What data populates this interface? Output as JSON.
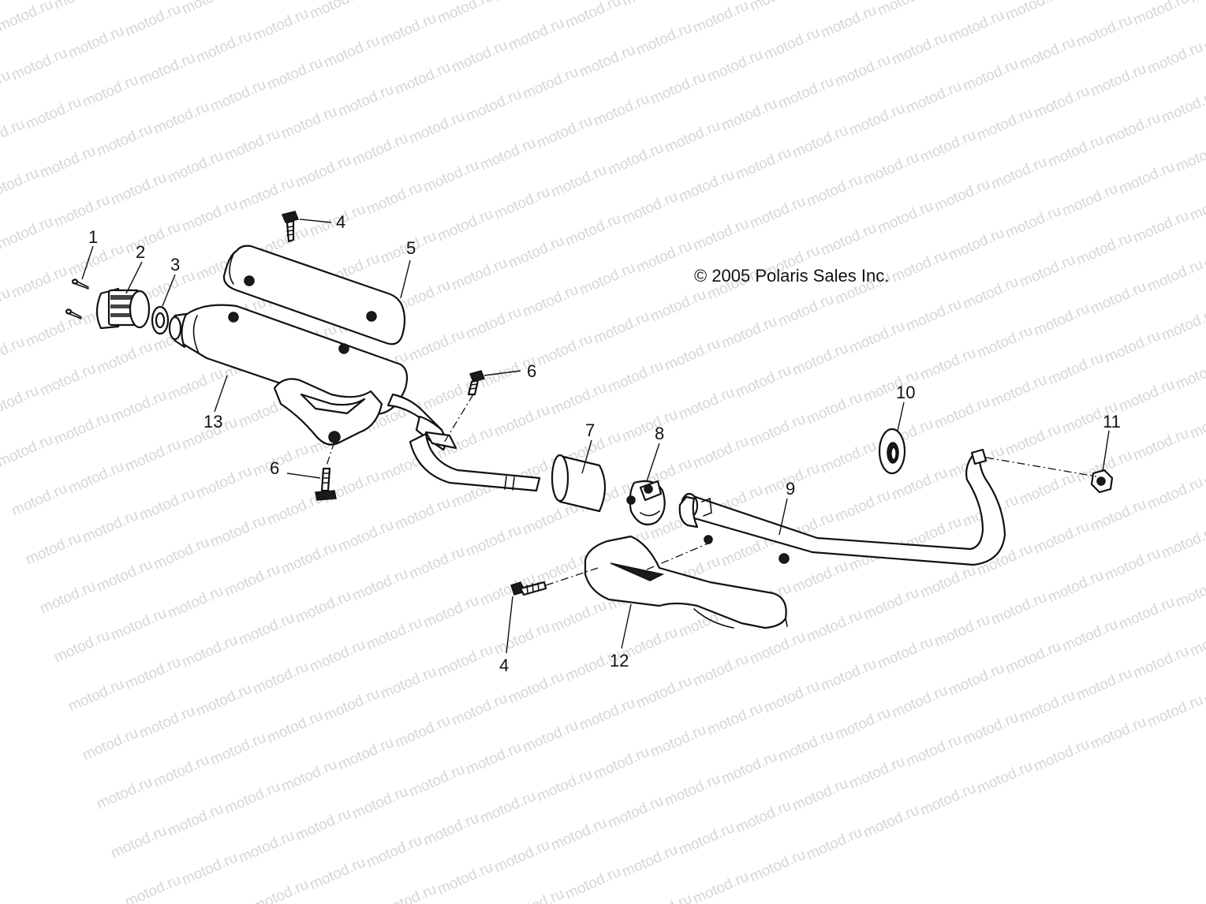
{
  "copyright": "© 2005 Polaris Sales Inc.",
  "watermark": "motod.ru",
  "callouts": [
    {
      "id": "c1",
      "label": "1"
    },
    {
      "id": "c2",
      "label": "2"
    },
    {
      "id": "c3",
      "label": "3"
    },
    {
      "id": "c4a",
      "label": "4"
    },
    {
      "id": "c5",
      "label": "5"
    },
    {
      "id": "c6a",
      "label": "6"
    },
    {
      "id": "c13",
      "label": "13"
    },
    {
      "id": "c6b",
      "label": "6"
    },
    {
      "id": "c7",
      "label": "7"
    },
    {
      "id": "c8",
      "label": "8"
    },
    {
      "id": "c9",
      "label": "9"
    },
    {
      "id": "c10",
      "label": "10"
    },
    {
      "id": "c11",
      "label": "11"
    },
    {
      "id": "c4b",
      "label": "4"
    },
    {
      "id": "c12",
      "label": "12"
    }
  ]
}
